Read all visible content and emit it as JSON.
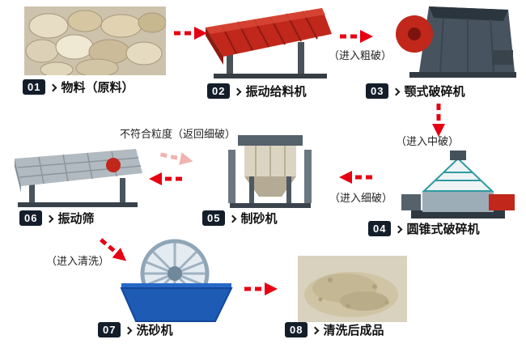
{
  "flow": {
    "nodes": [
      {
        "num": "01",
        "label": "物料（原料）"
      },
      {
        "num": "02",
        "label": "振动给料机"
      },
      {
        "num": "03",
        "label": "颚式破碎机"
      },
      {
        "num": "04",
        "label": "圆锥式破碎机"
      },
      {
        "num": "05",
        "label": "制砂机"
      },
      {
        "num": "06",
        "label": "振动筛"
      },
      {
        "num": "07",
        "label": "洗砂机"
      },
      {
        "num": "08",
        "label": "清洗后成品"
      }
    ],
    "annotations": {
      "to_coarse": "（进入粗破）",
      "to_medium": "（进入中破）",
      "to_fine": "（进入细破）",
      "oversize_return": "不符合粒度（返回细破）",
      "to_wash": "（进入清洗）"
    },
    "colors": {
      "arrow_red": "#e60012",
      "arrow_pink": "#f0b4ae",
      "badge_bg": "#141e2b",
      "feeder_red": "#c1271b",
      "washer_blue": "#1d5bb5"
    }
  }
}
